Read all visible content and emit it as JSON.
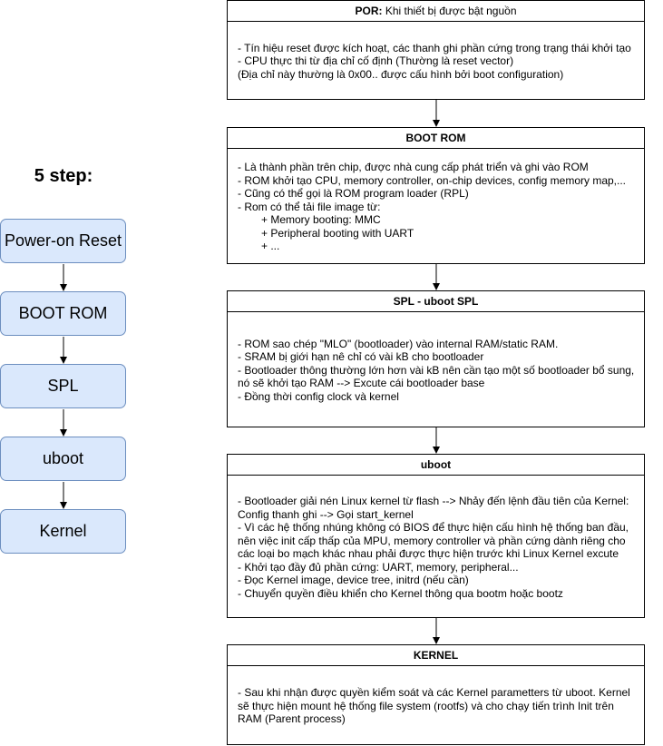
{
  "left_panel": {
    "title": "5 step:",
    "steps": [
      "Power-on Reset",
      "BOOT ROM",
      "SPL",
      "uboot",
      "Kernel"
    ]
  },
  "boxes": {
    "por": {
      "title_bold": "POR:",
      "title_rest": " Khi thiết bị được bật nguồn",
      "lines": [
        "- Tín hiệu reset được kích hoạt, các thanh ghi phần cứng trong trạng thái khởi tạo",
        "- CPU thực thi từ địa chỉ cố định (Thường là reset vector)",
        "(Địa chỉ này thường là 0x00.. được cấu hình bởi boot configuration)"
      ]
    },
    "bootrom": {
      "title": "BOOT ROM",
      "lines": [
        "- Là thành phần trên chip, được nhà cung cấp phát triển và ghi vào ROM",
        "- ROM khởi tạo CPU, memory controller, on-chip devices, config memory map,...",
        "- Cũng có thể gọi là ROM program loader (RPL)",
        "- Rom có thể tải file image từ:"
      ],
      "sub_lines": [
        "+ Memory booting: MMC",
        "+ Peripheral booting with UART",
        "+ ..."
      ]
    },
    "spl": {
      "title": "SPL - uboot SPL",
      "lines": [
        "- ROM sao chép \"MLO\" (bootloader) vào internal RAM/static RAM.",
        "- SRAM bị giới hạn nê chỉ có vài kB cho bootloader",
        "- Bootloader thông thường lớn hơn vài kB nên cần tạo một số bootloader bổ sung, nó sẽ khởi tạo RAM --> Excute cái bootloader base",
        "- Đồng thời config clock và kernel"
      ]
    },
    "uboot": {
      "title": "uboot",
      "lines": [
        "- Bootloader giải nén Linux kernel từ flash --> Nhảy đến lệnh đầu tiên của Kernel: Config thanh ghi --> Gọi start_kernel",
        "- Vì các hệ thống nhúng không có BIOS để thực hiện cấu hình hệ thống ban đầu, nên việc init cấp thấp của MPU, memory controller và phần cứng dành riêng cho các loại bo mạch khác nhau phải được thực hiện trước khi Linux Kernel excute",
        "- Khởi tạo đầy đủ phần cứng: UART, memory, peripheral...",
        "- Đọc Kernel image, device tree, initrd (nếu cần)",
        "- Chuyển quyền điều khiển cho Kernel thông qua bootm hoặc bootz"
      ]
    },
    "kernel": {
      "title": "KERNEL",
      "lines": [
        "- Sau khi nhận được quyền kiểm soát và các Kernel parametters từ uboot. Kernel sẽ thực hiện mount hệ thống file system (rootfs) và cho chạy tiến trình Init trên RAM (Parent process)"
      ]
    }
  },
  "colors": {
    "step_fill": "#dae8fc",
    "step_border": "#6c8ebf",
    "line": "#000000"
  }
}
